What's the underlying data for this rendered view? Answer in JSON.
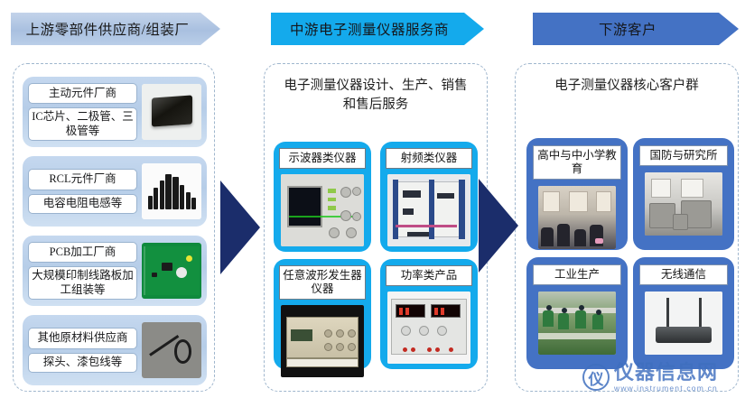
{
  "banners": {
    "upstream": "上游零部件供应商/组装厂",
    "midstream": "中游电子测量仪器服务商",
    "downstream": "下游客户"
  },
  "colors": {
    "upstream_banner": "#b6cde8",
    "midstream_banner": "#14aaec",
    "downstream_banner": "#4472c4",
    "arrow": "#1b2d6b",
    "dashed_border": "#9fb6cd",
    "watermark": "#3f6fbf"
  },
  "upstream": {
    "groups": [
      {
        "title": "主动元件厂商",
        "detail": "IC芯片、二极管、三极管等",
        "image": "ic-chip-photo"
      },
      {
        "title": "RCL元件厂商",
        "detail": "电容电阻电感等",
        "image": "capacitors-photo"
      },
      {
        "title": "PCB加工厂商",
        "detail": "大规模印制线路板加工组装等",
        "image": "pcb-board-photo"
      },
      {
        "title": "其他原材料供应商",
        "detail": "探头、漆包线等",
        "image": "probe-cable-photo"
      }
    ]
  },
  "midstream": {
    "title": "电子测量仪器设计、生产、销售和售后服务",
    "cards": [
      {
        "label": "示波器类仪器",
        "image": "oscilloscope-photo"
      },
      {
        "label": "射频类仪器",
        "image": "rf-instrument-photo"
      },
      {
        "label": "任意波形发生器仪器",
        "image": "arbitrary-waveform-generator-photo"
      },
      {
        "label": "功率类产品",
        "image": "power-supply-photo"
      }
    ]
  },
  "downstream": {
    "title": "电子测量仪器核心客户群",
    "cards": [
      {
        "label": "高中与中小学教育",
        "image": "classroom-photo"
      },
      {
        "label": "国防与研究所",
        "image": "research-lab-photo"
      },
      {
        "label": "工业生产",
        "image": "factory-line-photo"
      },
      {
        "label": "无线通信",
        "image": "wireless-router-photo"
      }
    ]
  },
  "arrows": [
    {
      "name": "upstream-to-midstream",
      "direction": "right"
    },
    {
      "name": "midstream-to-downstream",
      "direction": "right"
    }
  ],
  "watermark": {
    "mark": "仪",
    "site_name": "仪器信息网",
    "site_url": "www.instrument.com.cn"
  }
}
